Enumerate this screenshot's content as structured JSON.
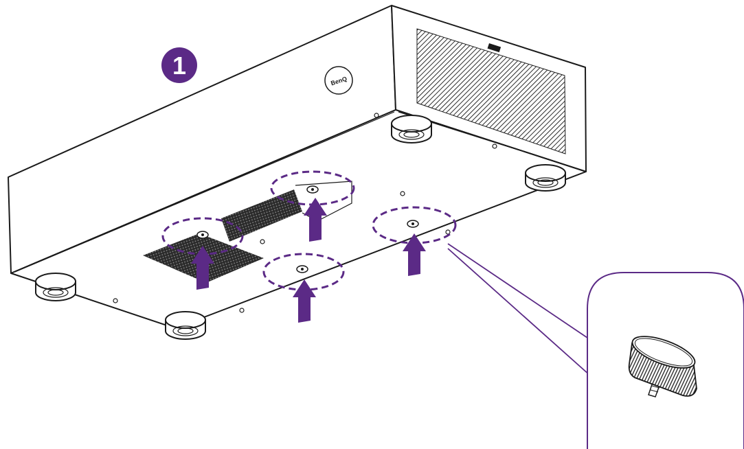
{
  "step": {
    "number": "1"
  },
  "projector": {
    "logo": "BenQ"
  },
  "colors": {
    "accent": "#5b2a86",
    "outline": "#1a1a1a",
    "vent": "#2a2a2a",
    "background": "#ffffff"
  },
  "icons": {
    "step_badge": "number-one-circle-icon",
    "lift_arrow": "upward-arrow-icon",
    "screw": "thumbscrew-icon"
  },
  "highlighted_screw_holes": 4,
  "feet": 4
}
